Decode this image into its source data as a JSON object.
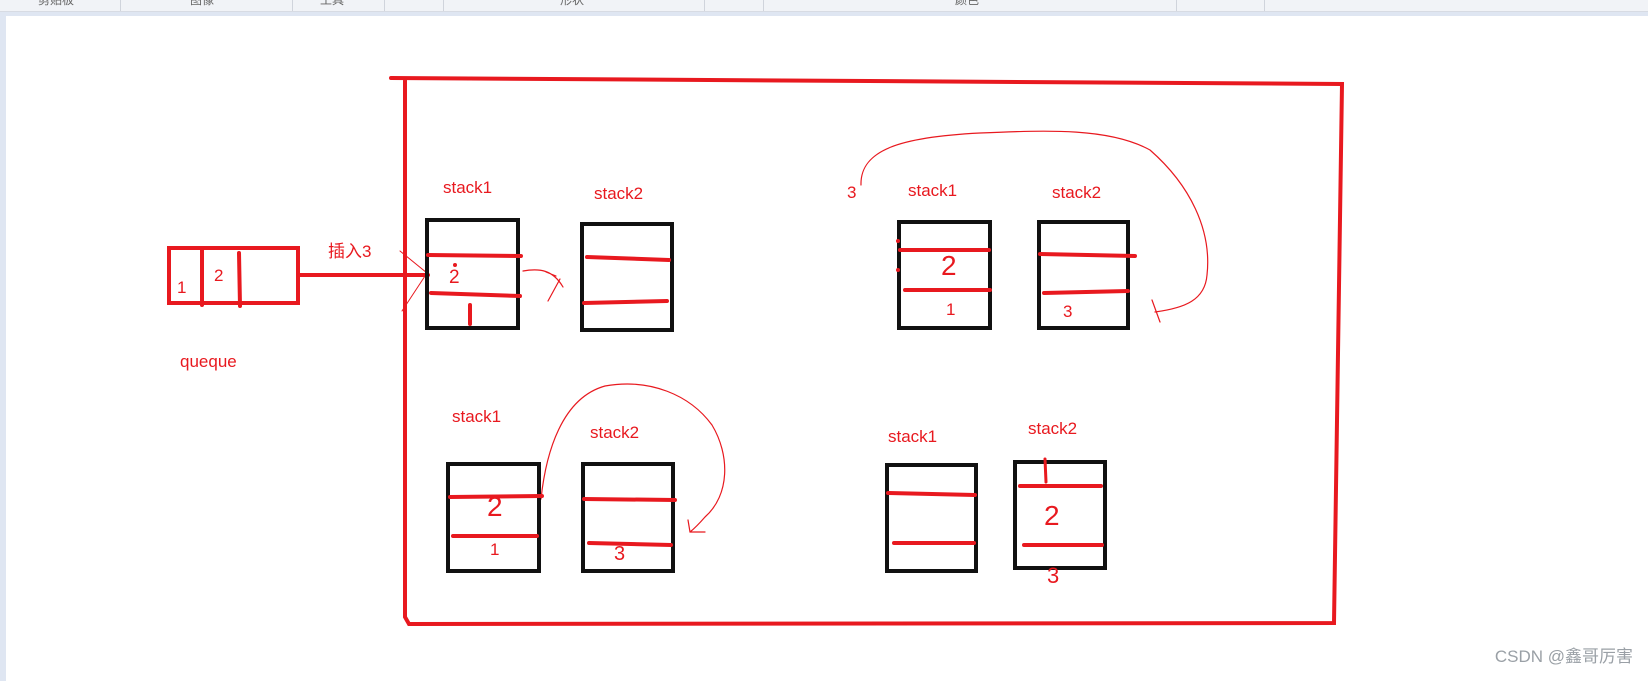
{
  "ribbon": {
    "sections": [
      "剪贴板",
      "图像",
      "工具",
      "形状",
      "颜色"
    ]
  },
  "colors": {
    "ink": "#e8191f",
    "box": "#111111"
  },
  "diagram": {
    "queue": {
      "label": "queque",
      "items": [
        "1",
        "2"
      ]
    },
    "insert_label": "插入3",
    "three_label": "3",
    "stack1_label": "stack1",
    "stack2_label": "stack2",
    "marks": {
      "two": "2",
      "one": "1",
      "three": "3"
    }
  },
  "watermark": "CSDN @鑫哥厉害"
}
